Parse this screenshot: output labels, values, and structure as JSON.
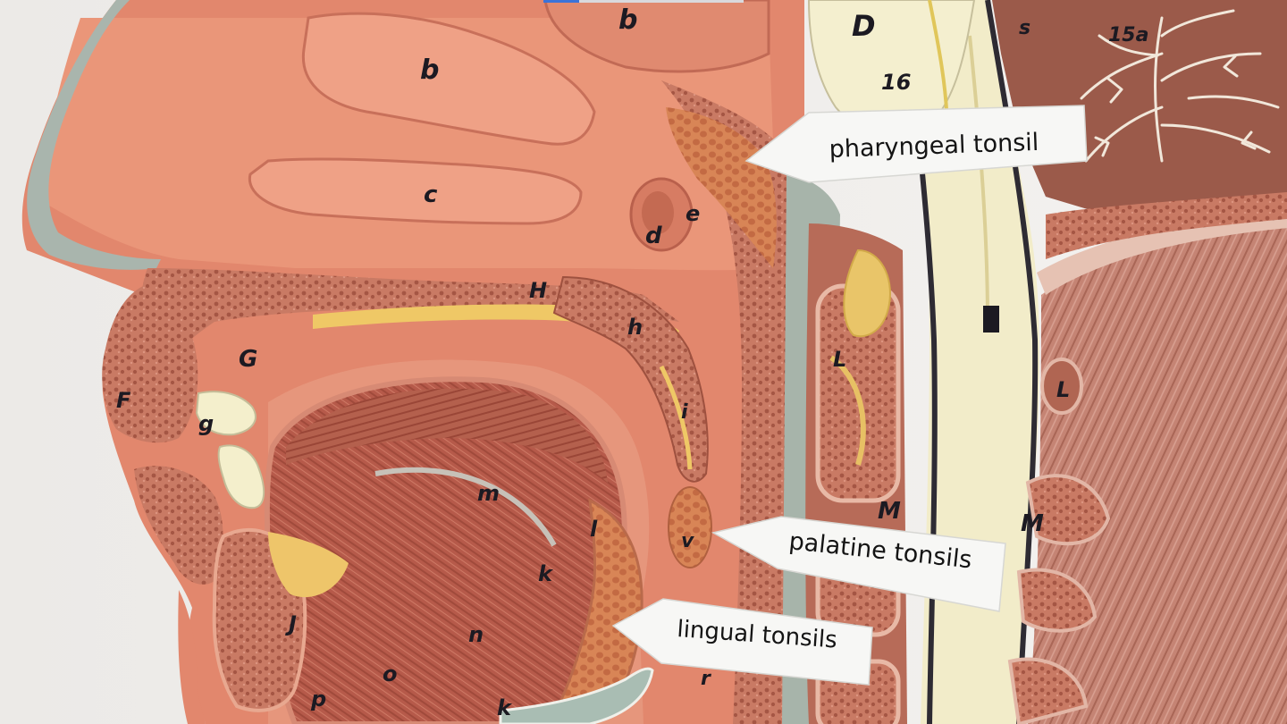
{
  "labels": {
    "pharyngeal": "pharyngeal tonsil",
    "palatine": "palatine tonsils",
    "lingual": "lingual tonsils"
  },
  "model_letters": {
    "b1": "b",
    "b2": "b",
    "c": "c",
    "d": "d",
    "e": "e",
    "D": "D",
    "n16": "16",
    "n15a": "15a",
    "H": "H",
    "h": "h",
    "G": "G",
    "f": "F",
    "g": "g",
    "i": "i",
    "L1": "L",
    "L2": "L",
    "l": "l",
    "m": "m",
    "k": "k",
    "k2": "k",
    "n": "n",
    "o": "o",
    "p": "p",
    "J": "J",
    "v": "v",
    "r": "r",
    "M1": "M",
    "M2": "M",
    "s": "s"
  },
  "colors": {
    "background": "#f1efed",
    "nasal_pink": "#e98f72",
    "muscle_red": "#b85f4c",
    "bone_cream": "#f4efc9",
    "fat_yellow": "#e8c35b",
    "cartilage_grey": "#9fb0a8",
    "label_white": "#f7f7f5"
  }
}
